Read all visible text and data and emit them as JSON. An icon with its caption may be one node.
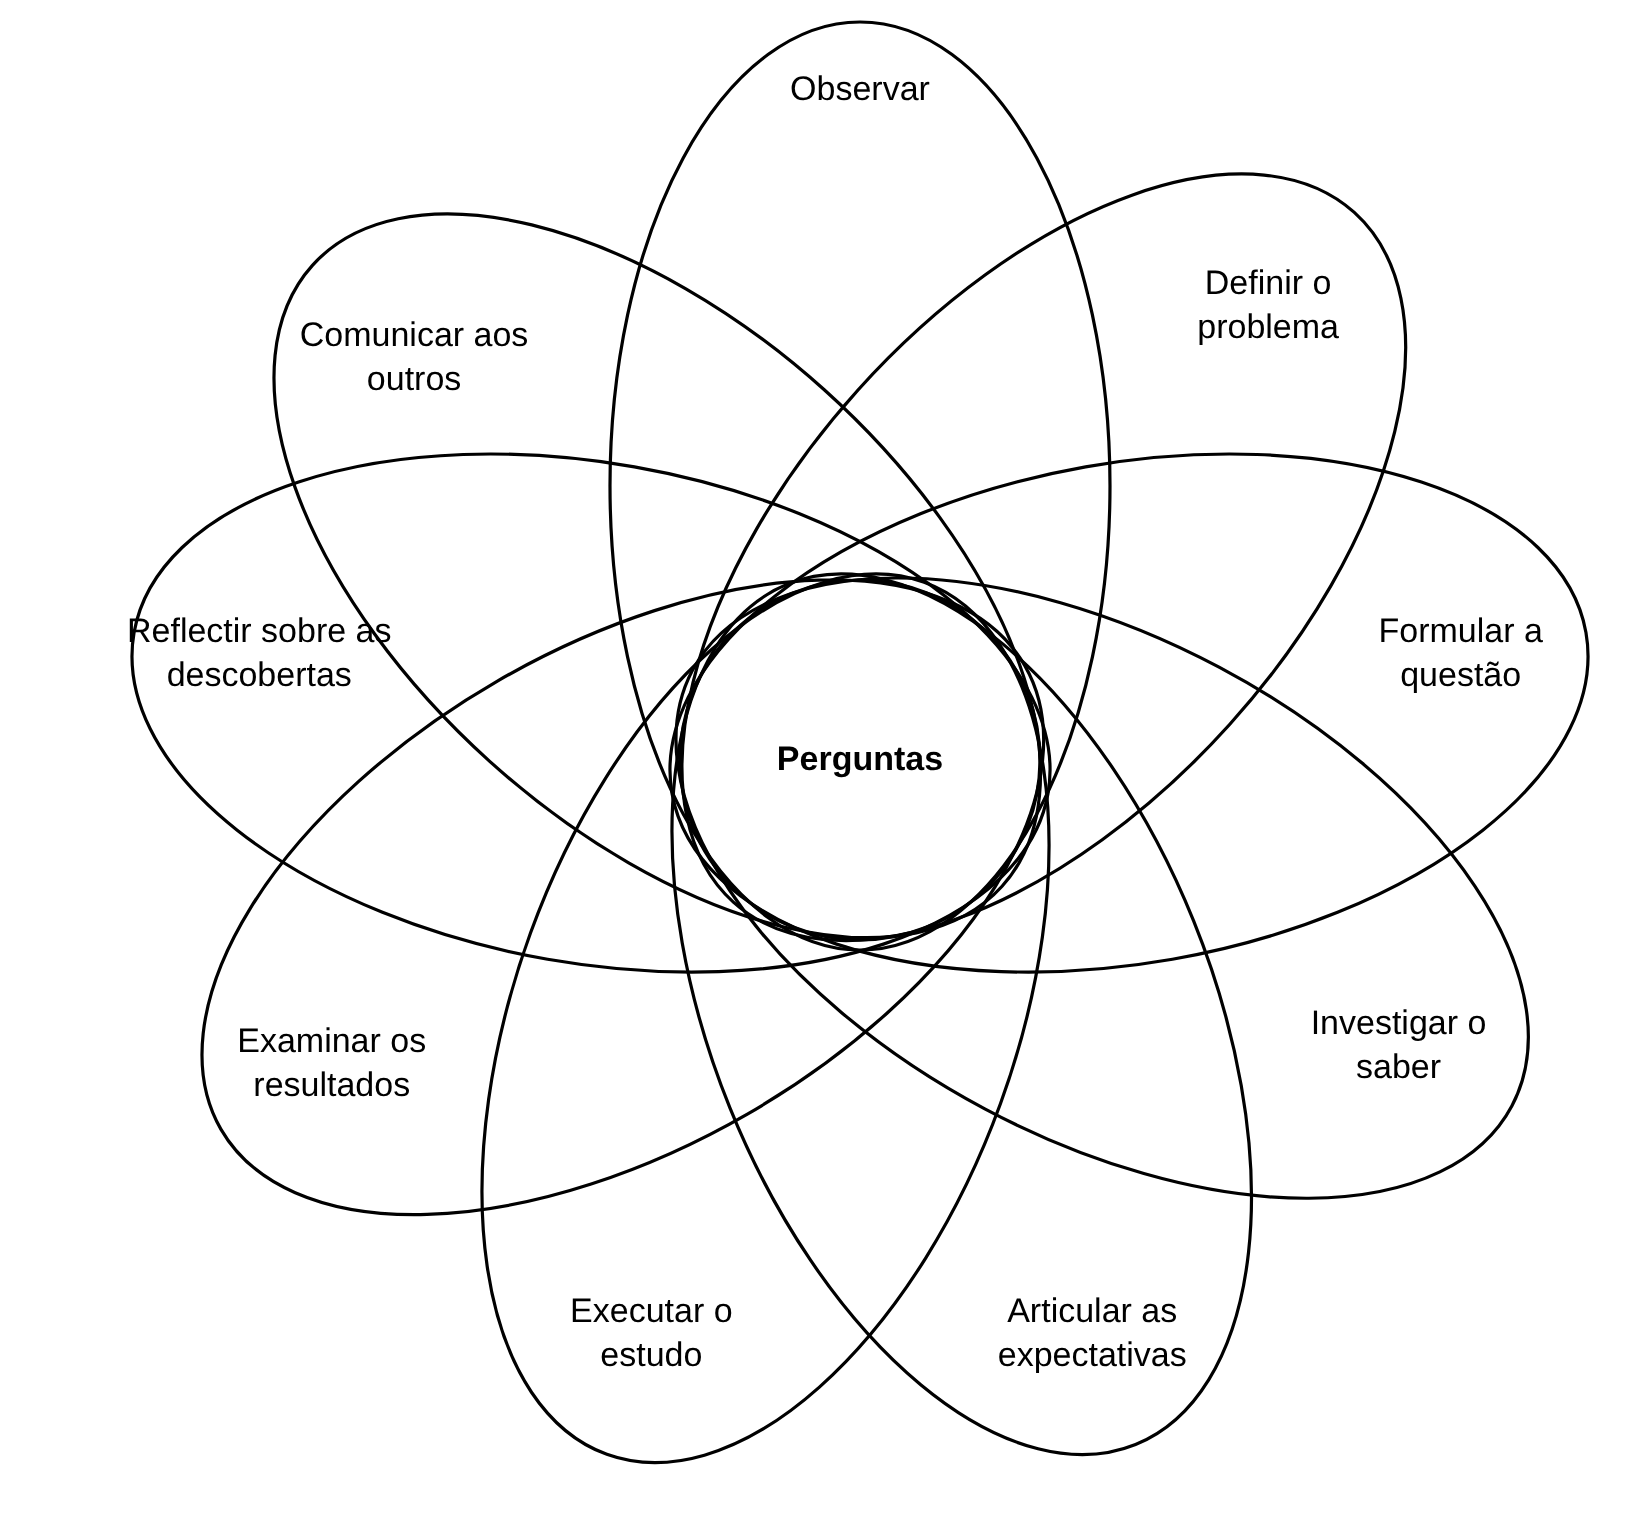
{
  "diagram": {
    "nodes": [
      {
        "text": [
          "Observar"
        ]
      },
      {
        "text": [
          "Definir o problema"
        ]
      },
      {
        "text": [
          "Formular a questão"
        ]
      },
      {
        "text": [
          "Investigar o saber"
        ]
      },
      {
        "text": [
          "Articular as expectativas"
        ]
      },
      {
        "text": [
          "Executar o estudo"
        ]
      },
      {
        "text": [
          "Examinar os resultados"
        ]
      },
      {
        "text": [
          "Reflectir sobre as descobertas"
        ]
      },
      {
        "text": [
          "Comunicar aos outros"
        ]
      },
      {
        "text": [
          "Perguntas"
        ]
      }
    ]
  }
}
